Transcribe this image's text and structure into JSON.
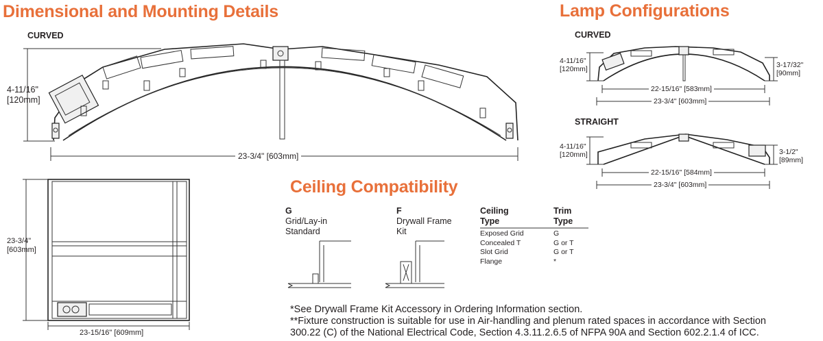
{
  "dimensional": {
    "title": "Dimensional and Mounting Details",
    "curved_label": "CURVED",
    "height_in": "4-11/16\"",
    "height_mm": "[120mm]",
    "width": "23-3/4\" [603mm]",
    "plan_height_in": "23-3/4\"",
    "plan_height_mm": "[603mm]",
    "plan_width": "23-15/16\" [609mm]"
  },
  "lamp": {
    "title": "Lamp Configurations",
    "curved": {
      "label": "CURVED",
      "left_in": "4-11/16\"",
      "left_mm": "[120mm]",
      "right_in": "3-17/32\"",
      "right_mm": "[90mm]",
      "inner": "22-15/16\" [583mm]",
      "outer": "23-3/4\" [603mm]"
    },
    "straight": {
      "label": "STRAIGHT",
      "left_in": "4-11/16\"",
      "left_mm": "[120mm]",
      "right_in": "3-1/2\"",
      "right_mm": "[89mm]",
      "inner": "22-15/16\" [584mm]",
      "outer": "23-3/4\" [603mm]"
    }
  },
  "ceiling": {
    "title": "Ceiling Compatibility",
    "g": {
      "code": "G",
      "line1": "Grid/Lay-in",
      "line2": "Standard"
    },
    "f": {
      "code": "F",
      "line1": "Drywall Frame",
      "line2": "Kit"
    },
    "table": {
      "col1": [
        "Ceiling",
        "Type"
      ],
      "col2": [
        "Trim",
        "Type"
      ],
      "rows": [
        {
          "ceiling": "Exposed Grid",
          "trim": "G"
        },
        {
          "ceiling": "Concealed T",
          "trim": "G or T"
        },
        {
          "ceiling": "Slot Grid",
          "trim": "G or T"
        },
        {
          "ceiling": "Flange",
          "trim": "*"
        }
      ]
    }
  },
  "notes": {
    "n1": "*See Drywall Frame Kit Accessory in Ordering Information section.",
    "n2": "**Fixture construction is suitable for use in Air-handling and plenum rated spaces in accordance with Section",
    "n3": "300.22 (C) of the National Electrical Code, Section 4.3.11.2.6.5 of NFPA 90A and Section 602.2.1.4 of ICC."
  }
}
